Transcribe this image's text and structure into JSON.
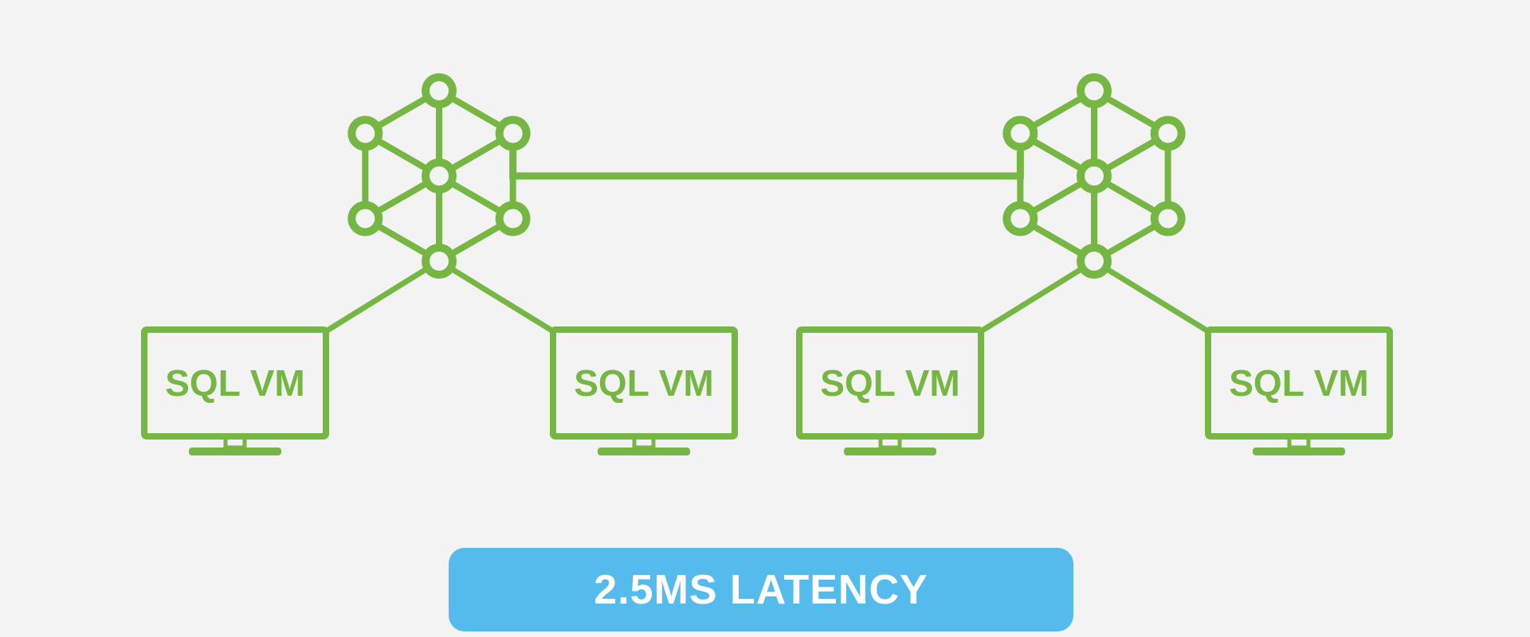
{
  "colors": {
    "background": "#f3f3f3",
    "accent_green": "#76b743",
    "badge_blue": "#55bbec",
    "badge_text": "#ffffff"
  },
  "clusters": [
    {
      "icon": "network-hexagon-icon",
      "vms": [
        {
          "label": "SQL VM",
          "icon": "monitor-icon"
        },
        {
          "label": "SQL VM",
          "icon": "monitor-icon"
        }
      ]
    },
    {
      "icon": "network-hexagon-icon",
      "vms": [
        {
          "label": "SQL VM",
          "icon": "monitor-icon"
        },
        {
          "label": "SQL VM",
          "icon": "monitor-icon"
        }
      ]
    }
  ],
  "latency": {
    "label": "2.5MS LATENCY"
  }
}
